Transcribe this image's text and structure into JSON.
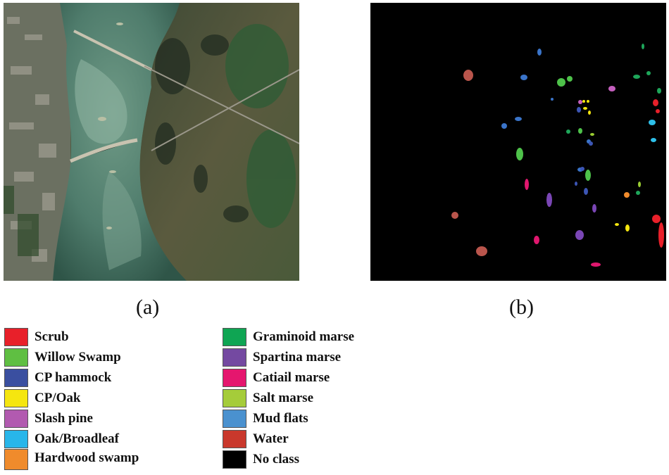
{
  "panels": {
    "a_label": "(a)",
    "b_label": "(b)"
  },
  "legend": [
    {
      "label": "Scrub",
      "color": "#e8202a"
    },
    {
      "label": "Willow Swamp",
      "color": "#5fbf42"
    },
    {
      "label": "CP hammock",
      "color": "#3a4fa0"
    },
    {
      "label": "CP/Oak",
      "color": "#f5e60f"
    },
    {
      "label": "Slash pine",
      "color": "#b25ab0"
    },
    {
      "label": "Oak/Broadleaf",
      "color": "#28b6ea"
    },
    {
      "label": "Hardwood swamp",
      "color": "#f08b2c"
    },
    {
      "label": "Graminoid marse",
      "color": "#0fa553"
    },
    {
      "label": "Spartina marse",
      "color": "#7449a1"
    },
    {
      "label": "Catiail marse",
      "color": "#e5166e"
    },
    {
      "label": "Salt marse",
      "color": "#a5cc3a"
    },
    {
      "label": "Mud flats",
      "color": "#4a91cf"
    },
    {
      "label": "Water",
      "color": "#c9382c"
    },
    {
      "label": "No class",
      "color": "#000000"
    }
  ]
}
